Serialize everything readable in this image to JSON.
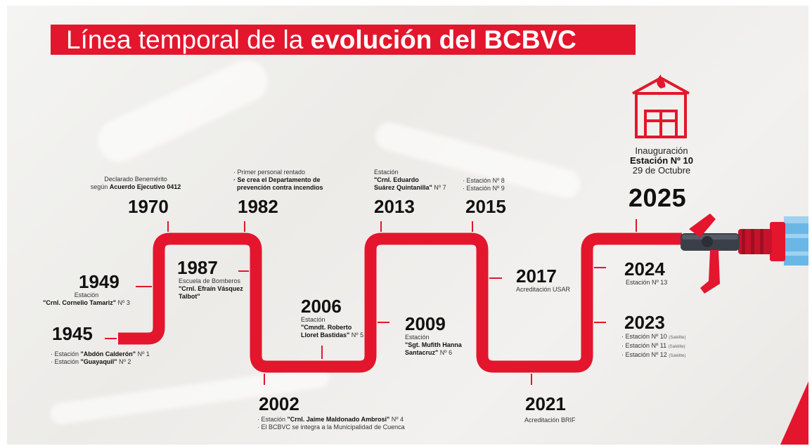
{
  "title": {
    "light": "Línea temporal de la ",
    "bold": "evolución del BCBVC"
  },
  "colors": {
    "accent": "#e3162d",
    "text": "#111111",
    "hose": "#6ab7e6"
  },
  "icons": {
    "station": "fire-station-icon",
    "nozzle": "hose-nozzle-icon"
  },
  "events": {
    "y1945": {
      "year": "1945",
      "l1_pre": "· Estación ",
      "l1_bold": "\"Abdón Calderón\"",
      "l1_post": " Nº 1",
      "l2_pre": "· Estación ",
      "l2_bold": "\"Guayaquil\"",
      "l2_post": " Nº 2"
    },
    "y1949": {
      "year": "1949",
      "l1": "Estación",
      "l2_bold": "\"Crnl. Cornelio Tamariz\"",
      "l2_post": " Nº 3"
    },
    "y1970": {
      "year": "1970",
      "l1": "Declarado Benemérito",
      "l2_pre": "según ",
      "l2_bold": "Acuerdo Ejecutivo 0412"
    },
    "y1982": {
      "year": "1982",
      "l1": "· Primer personal rentado",
      "l2_bold": "· Se crea el Departamento de",
      "l3_bold": "prevención contra incendios"
    },
    "y1987": {
      "year": "1987",
      "l1": "Escuela de Bomberos",
      "l2_bold": "\"Crnl. Efraín Vásquez",
      "l3_bold": "Talbot\""
    },
    "y2002": {
      "year": "2002",
      "l1_pre": "· Estación ",
      "l1_bold": "\"Crnl. Jaime Maldonado Ambrosi\"",
      "l1_post": " Nº 4",
      "l2": "· El BCBVC se integra a la Municipalidad de Cuenca"
    },
    "y2006": {
      "year": "2006",
      "l1": "Estación",
      "l2_bold": "\"Cmndt. Roberto",
      "l3_bold": "Lloret Bastidas\"",
      "l3_post": " Nº 5"
    },
    "y2009": {
      "year": "2009",
      "l1": "Estación",
      "l2_bold": "\"Sgt. Mufith Hanna",
      "l3_bold": "Santacruz\"",
      "l3_post": " Nº 6"
    },
    "y2013": {
      "year": "2013",
      "l1": "Estación",
      "l2_bold": "\"Crnl. Eduardo",
      "l3_bold": "Suárez Quintanilla\"",
      "l3_post": " Nº 7"
    },
    "y2015": {
      "year": "2015",
      "l1": "· Estación Nº 8",
      "l2": "· Estación Nº 9"
    },
    "y2017": {
      "year": "2017",
      "l1": "Acreditación USAR"
    },
    "y2021": {
      "year": "2021",
      "l1": "Acreditación BRIF"
    },
    "y2023": {
      "year": "2023",
      "l1": "· Estación Nº 10",
      "l1_small": "(Satélite)",
      "l2": "· Estación Nº 11",
      "l2_small": "(Satélite)",
      "l3": "· Estación Nº 12",
      "l3_small": "(Satélite)"
    },
    "y2024": {
      "year": "2024",
      "l1": "Estación Nº 13"
    },
    "y2025": {
      "year": "2025",
      "l1": "Inauguración",
      "l2_bold": "Estación Nº 10",
      "l3": "29 de Octubre"
    }
  }
}
